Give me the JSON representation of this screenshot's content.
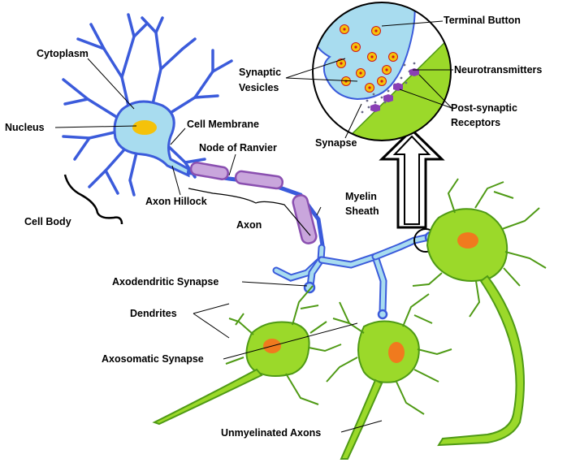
{
  "labels": {
    "cytoplasm": "Cytoplasm",
    "nucleus": "Nucleus",
    "cell_membrane": "Cell Membrane",
    "node_of_ranvier": "Node of Ranvier",
    "axon_hillock": "Axon Hillock",
    "axon": "Axon",
    "cell_body": "Cell Body",
    "myelin_sheath_line1": "Myelin",
    "myelin_sheath_line2": "Sheath",
    "synaptic_vesicles_line1": "Synaptic",
    "synaptic_vesicles_line2": "Vesicles",
    "terminal_button": "Terminal Button",
    "neurotransmitters": "Neurotransmitters",
    "post_synaptic_line1": "Post-synaptic",
    "post_synaptic_line2": "Receptors",
    "synapse": "Synapse",
    "axodendritic_synapse": "Axodendritic Synapse",
    "dendrites": "Dendrites",
    "axosomatic_synapse": "Axosomatic Synapse",
    "unmyelinated_axons": "Unmyelinated Axons"
  },
  "colors": {
    "neuron_body": "#a8dcef",
    "neuron_outline": "#3b5bdb",
    "nucleus_fill": "#f5c20a",
    "myelin_fill": "#c9a6dc",
    "myelin_outline": "#8a4fb0",
    "target_neuron_fill": "#9bd92a",
    "target_neuron_outline": "#4f9a15",
    "target_nucleus": "#f07a1e",
    "vesicle_fill": "#f5c20a",
    "vesicle_dot": "#d0181c",
    "receptor_fill": "#8a3fb5"
  }
}
